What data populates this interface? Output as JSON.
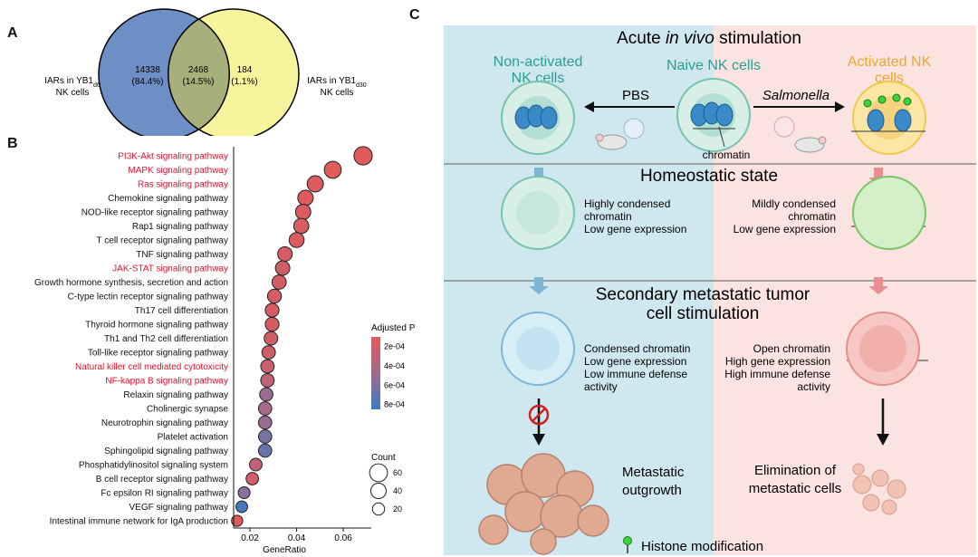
{
  "panel_letters": {
    "a": "A",
    "b": "B",
    "c": "C"
  },
  "venn": {
    "left_label_line1": "IARs in YB1",
    "left_label_sub": "d6",
    "left_label_line2": "NK cells",
    "right_label_line1": "IARs in YB1",
    "right_label_sub": "d30",
    "right_label_line2": "NK cells",
    "left_only_count": "14338",
    "left_only_pct": "(84.4%)",
    "overlap_count": "2468",
    "overlap_pct": "(14.5%)",
    "right_only_count": "184",
    "right_only_pct": "(1.1%)",
    "left_color": "#6e8fc6",
    "right_color": "#f6f28c"
  },
  "chart_data": {
    "type": "scatter",
    "xlabel": "GeneRatio",
    "xlim": [
      0.013,
      0.072
    ],
    "xticks": [
      "0.02",
      "0.04",
      "0.06"
    ],
    "xtick_values": [
      0.02,
      0.04,
      0.06
    ],
    "highlight_color": "#e8102a",
    "categories": [
      {
        "label": "PI3K-Akt signaling pathway",
        "x": 0.0685,
        "count": 64,
        "padj": 0.0001,
        "highlight": true
      },
      {
        "label": "MAPK signaling pathway",
        "x": 0.0555,
        "count": 52,
        "padj": 0.0001,
        "highlight": true
      },
      {
        "label": "Ras signaling pathway",
        "x": 0.048,
        "count": 46,
        "padj": 0.00012,
        "highlight": true
      },
      {
        "label": "Chemokine signaling pathway",
        "x": 0.0438,
        "count": 40,
        "padj": 0.00013,
        "highlight": false
      },
      {
        "label": "NOD-like receptor signaling pathway",
        "x": 0.0428,
        "count": 39,
        "padj": 0.00014,
        "highlight": false
      },
      {
        "label": "Rap1 signaling pathway",
        "x": 0.042,
        "count": 38,
        "padj": 0.00015,
        "highlight": false
      },
      {
        "label": "T cell receptor signaling pathway",
        "x": 0.04,
        "count": 37,
        "padj": 0.00015,
        "highlight": false
      },
      {
        "label": "TNF signaling pathway",
        "x": 0.035,
        "count": 34,
        "padj": 0.00018,
        "highlight": false
      },
      {
        "label": "JAK-STAT signaling pathway",
        "x": 0.034,
        "count": 33,
        "padj": 0.0002,
        "highlight": true
      },
      {
        "label": "Growth hormone synthesis, secretion and action",
        "x": 0.0325,
        "count": 32,
        "padj": 0.00018,
        "highlight": false
      },
      {
        "label": "C-type lectin receptor signaling pathway",
        "x": 0.0305,
        "count": 30,
        "padj": 0.00018,
        "highlight": false
      },
      {
        "label": "Th17 cell differentiation",
        "x": 0.0295,
        "count": 29,
        "padj": 0.00018,
        "highlight": false
      },
      {
        "label": "Thyroid hormone signaling pathway",
        "x": 0.0295,
        "count": 29,
        "padj": 0.00018,
        "highlight": false
      },
      {
        "label": "Th1 and Th2 cell differentiation",
        "x": 0.029,
        "count": 28,
        "padj": 0.0002,
        "highlight": false
      },
      {
        "label": "Toll-like receptor signaling pathway",
        "x": 0.028,
        "count": 27,
        "padj": 0.00022,
        "highlight": false
      },
      {
        "label": "Natural killer cell mediated cytotoxicity",
        "x": 0.0275,
        "count": 27,
        "padj": 0.00025,
        "highlight": true
      },
      {
        "label": "NF-kappa B signaling pathway",
        "x": 0.0275,
        "count": 27,
        "padj": 0.0003,
        "highlight": true
      },
      {
        "label": "Relaxin signaling pathway",
        "x": 0.027,
        "count": 26,
        "padj": 0.0005,
        "highlight": false
      },
      {
        "label": "Cholinergic synapse",
        "x": 0.0265,
        "count": 26,
        "padj": 0.00045,
        "highlight": false
      },
      {
        "label": "Neurotrophin signaling pathway",
        "x": 0.0265,
        "count": 26,
        "padj": 0.0005,
        "highlight": false
      },
      {
        "label": "Platelet activation",
        "x": 0.0265,
        "count": 26,
        "padj": 0.00062,
        "highlight": false
      },
      {
        "label": "Sphingolipid signaling pathway",
        "x": 0.0265,
        "count": 26,
        "padj": 0.00068,
        "highlight": false
      },
      {
        "label": "Phosphatidylinositol signaling system",
        "x": 0.0225,
        "count": 22,
        "padj": 0.0003,
        "highlight": false
      },
      {
        "label": "B cell receptor signaling pathway",
        "x": 0.021,
        "count": 21,
        "padj": 0.0002,
        "highlight": false
      },
      {
        "label": "Fc epsilon RI signaling pathway",
        "x": 0.0175,
        "count": 18,
        "padj": 0.00055,
        "highlight": false
      },
      {
        "label": "VEGF signaling pathway",
        "x": 0.0165,
        "count": 17,
        "padj": 0.00082,
        "highlight": false
      },
      {
        "label": "Intestinal immune network for IgA production",
        "x": 0.0145,
        "count": 15,
        "padj": 0.0001,
        "highlight": false
      }
    ],
    "color_legend": {
      "title": "Adjusted P",
      "labels": [
        "2e-04",
        "4e-04",
        "6e-04",
        "8e-04"
      ],
      "values": [
        0.0002,
        0.0004,
        0.0006,
        0.0008
      ],
      "range": [
        0.0001,
        0.00085
      ],
      "low_color": "#e25a5a",
      "high_color": "#3a7bc0"
    },
    "size_legend": {
      "title": "Count",
      "labels": [
        "60",
        "40",
        "20"
      ],
      "values": [
        60,
        40,
        20
      ]
    }
  },
  "diagram_c": {
    "top_title_pre": "Acute ",
    "top_title_italic": "in vivo",
    "top_title_post": " stimulation",
    "non_activated_line1": "Non-activated",
    "non_activated_line2": "NK cells",
    "naive_label": "Naive NK cells",
    "activated_line1": "Activated NK",
    "activated_line2": "cells",
    "pbs_label": "PBS",
    "salmonella_label": "Salmonella",
    "chromatin_label": "chromatin",
    "homeostatic_title": "Homeostatic state",
    "left_homeo_line1": "Highly condensed",
    "left_homeo_line2": "chromatin",
    "left_homeo_line3": "Low gene expression",
    "right_homeo_line1": "Mildly condensed",
    "right_homeo_line2": "chromatin",
    "right_homeo_line3": "Low gene expression",
    "secondary_title_line1": "Secondary metastatic tumor",
    "secondary_title_line2": "cell stimulation",
    "left_sec_line1": "Condensed chromatin",
    "left_sec_line2": "Low gene expression",
    "left_sec_line3": "Low immune defense",
    "left_sec_line4": "activity",
    "right_sec_line1": "Open chromatin",
    "right_sec_line2": "High gene expression",
    "right_sec_line3": "High immune defense",
    "right_sec_line4": "activity",
    "metastatic_line1": "Metastatic",
    "metastatic_line2": "outgrowth",
    "elimination_line1": "Elimination of",
    "elimination_line2": "metastatic cells",
    "histone_legend": "Histone modification",
    "left_bg": "#cfe8ef",
    "right_bg": "#fbe3e1",
    "teal_text": "#2a9d8f",
    "orange_text": "#f0a830"
  }
}
